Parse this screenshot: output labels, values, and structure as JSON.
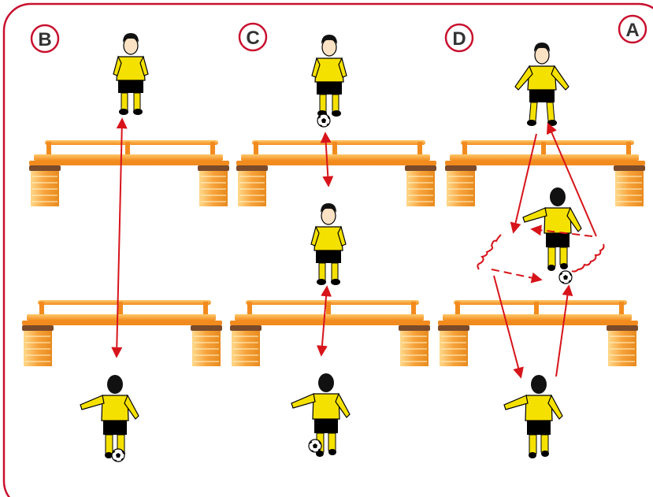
{
  "diagram": {
    "stations": [
      {
        "id": "B",
        "label": "B"
      },
      {
        "id": "C",
        "label": "C"
      },
      {
        "id": "D",
        "label": "D"
      },
      {
        "id": "A",
        "label": "A"
      }
    ]
  },
  "colors": {
    "frame": "#c8102e",
    "label_ring": "#c8102e",
    "label_fill": "#ffffff",
    "pass_arrow": "#d7141a",
    "bench_rail": "#f28b1e",
    "bench_rail_light": "#ffc86a",
    "bench_box": "#f7a23a",
    "bench_box_light": "#ffd88a",
    "bench_box_top": "#7a4a2a",
    "jersey": "#f5e100",
    "shorts": "#000000",
    "socks": "#f5e100",
    "skin": "#fbe2c4",
    "hair": "#111111"
  },
  "icons": [
    "player-icon",
    "ball-icon",
    "bench-icon",
    "pass-arrow",
    "dribble-path"
  ]
}
